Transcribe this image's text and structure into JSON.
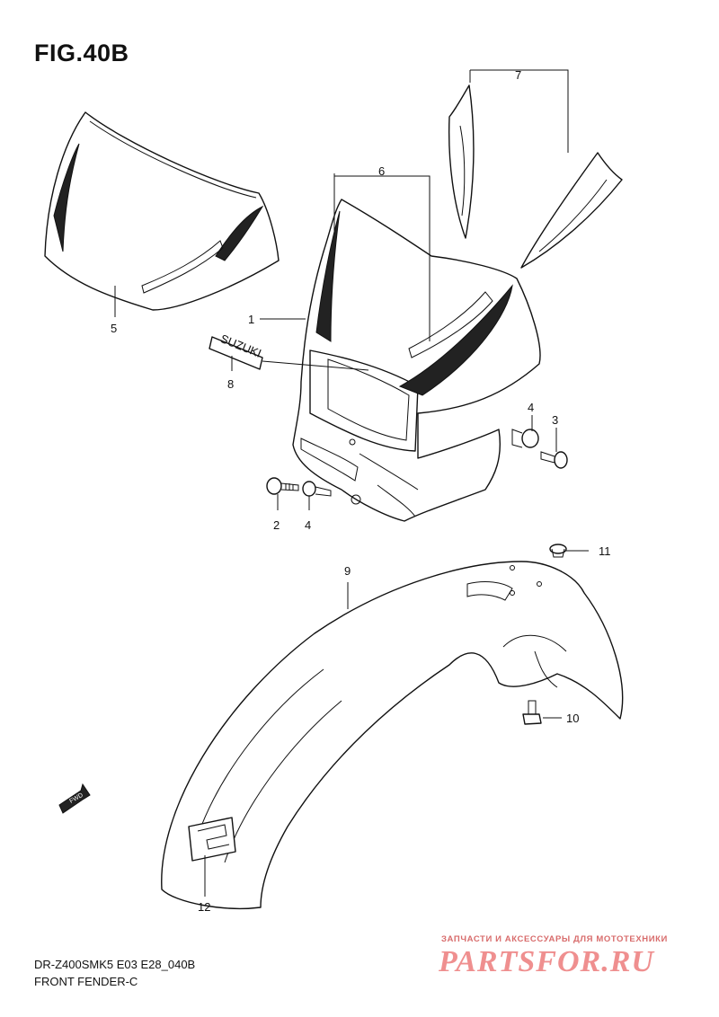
{
  "figure": {
    "title": "FIG.40B"
  },
  "callouts": [
    {
      "id": "1",
      "label": "1"
    },
    {
      "id": "2",
      "label": "2"
    },
    {
      "id": "3",
      "label": "3"
    },
    {
      "id": "4a",
      "label": "4"
    },
    {
      "id": "4b",
      "label": "4"
    },
    {
      "id": "5",
      "label": "5"
    },
    {
      "id": "6",
      "label": "6"
    },
    {
      "id": "7",
      "label": "7"
    },
    {
      "id": "8",
      "label": "8"
    },
    {
      "id": "9",
      "label": "9"
    },
    {
      "id": "10",
      "label": "10"
    },
    {
      "id": "11",
      "label": "11"
    },
    {
      "id": "12",
      "label": "12"
    }
  ],
  "part_markings": {
    "emblem_text": "SUZUKI",
    "fwd_arrow": "FWD"
  },
  "footer": {
    "model_code": "DR-Z400SMK5 E03 E28_040B",
    "section_name": "FRONT FENDER-C"
  },
  "watermark": {
    "tagline": "ЗАПЧАСТИ И АКСЕССУАРЫ ДЛЯ МОТОТЕХНИКИ",
    "brand": "PARTSFOR.RU"
  },
  "colors": {
    "line": "#111111",
    "watermark": "#ef8f8f",
    "background": "#ffffff"
  }
}
